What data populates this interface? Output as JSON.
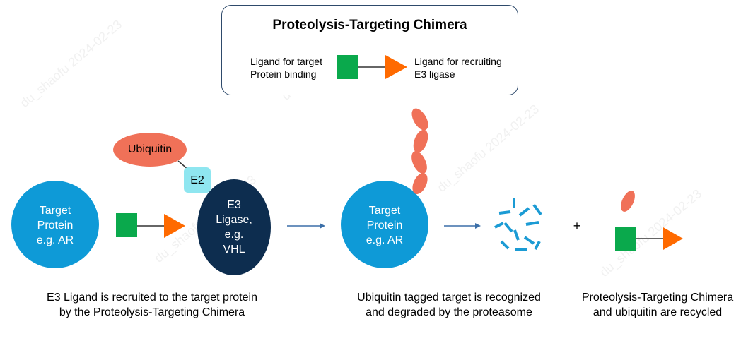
{
  "legend": {
    "title": "Proteolysis-Targeting Chimera",
    "left_line1": "Ligand for target",
    "left_line2": "Protein binding",
    "right_line1": "Ligand for recruiting",
    "right_line2": "E3 ligase"
  },
  "step1": {
    "target_line1": "Target",
    "target_line2": "Protein",
    "target_line3": "e.g. AR",
    "ubiquitin": "Ubiquitin",
    "e2": "E2",
    "e3_line1": "E3",
    "e3_line2": "Ligase,",
    "e3_line3": "e.g.",
    "e3_line4": "VHL",
    "caption_line1": "E3 Ligand is recruited to the target protein",
    "caption_line2": "by the Proteolysis-Targeting Chimera"
  },
  "step2": {
    "target_line1": "Target",
    "target_line2": "Protein",
    "target_line3": "e.g. AR",
    "caption_line1": "Ubiquitin tagged target is recognized",
    "caption_line2": "and degraded by the proteasome"
  },
  "step3": {
    "plus": "+",
    "caption_line1": "Proteolysis-Targeting Chimera",
    "caption_line2": "and ubiquitin are recycled"
  },
  "watermark": "du_shaofu 2024-02-23",
  "colors": {
    "target_protein": "#0e9ad7",
    "e3_ligase": "#0d2d4f",
    "ubiquitin": "#f07158",
    "e2": "#8fe6f0",
    "ligand_target": "#0aa94c",
    "ligand_e3": "#ff6a00",
    "fragments": "#1b9bd4",
    "arrow": "#3b6fa8"
  }
}
